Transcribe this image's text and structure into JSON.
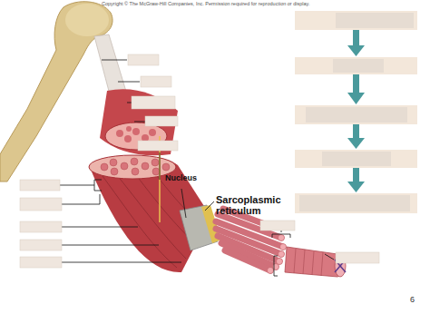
{
  "diagram": {
    "labels": [
      "Copyright © The McGraw-Hill Companies, Inc. Permission required for reproduction or display.",
      "Nucleus",
      "Sarcoplasmic reticulum",
      "6"
    ]
  }
}
